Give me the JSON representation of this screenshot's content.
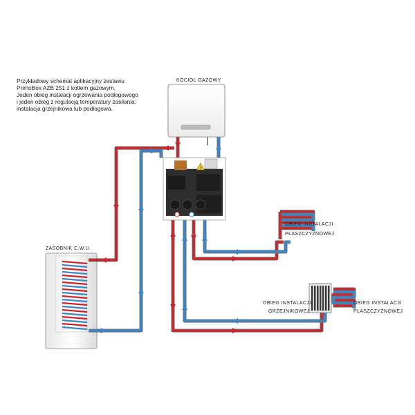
{
  "description": {
    "lines": [
      "Przykładowy schemat aplikacyjny zestawu",
      "PrimoBox AZB 251 z kotłem gazowym.",
      "Jeden obieg instalacji ogrzewania podłogowego",
      "i jeden obieg z regulacją temperatury zasilania:",
      "instalacja grzejnikowa lub podłogowa."
    ]
  },
  "labels": {
    "boiler": "KOCIOŁ GAZOWY",
    "tank": "ZASOBNIK C.W.U.",
    "floor_circuit_1": [
      "OBIEG INSTALACJI",
      "PŁASZCZYZNOWEJ"
    ],
    "radiator_circuit": [
      "OBIEG INSTALACJI",
      "GRZEJNIKOWEJ"
    ],
    "floor_circuit_2": [
      "OBIEG INSTALACJI",
      "PŁASZCZYZNOWEJ"
    ]
  },
  "colors": {
    "supply": "#c8262b",
    "return": "#3c86c8",
    "outline": "#555555",
    "unit_body": "#2e2e2e"
  },
  "icons": {
    "warning": "warning-triangle-icon",
    "pump": "pump-icon",
    "gauge": "gauge-icon"
  }
}
